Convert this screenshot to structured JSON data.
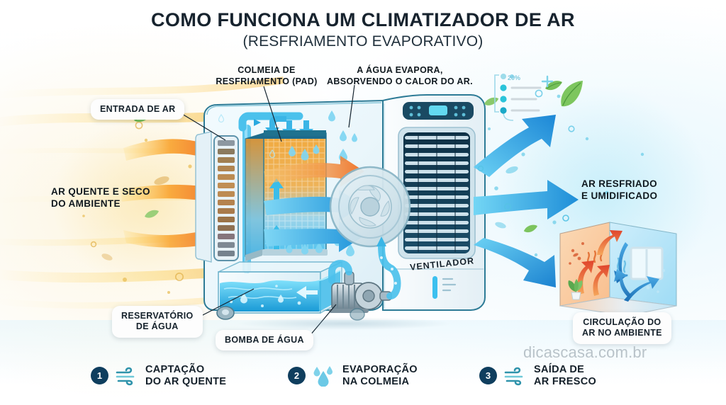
{
  "header": {
    "title": "COMO FUNCIONA UM CLIMATIZADOR DE AR",
    "subtitle": "(RESFRIAMENTO EVAPORATIVO)"
  },
  "callouts": {
    "air_inlet": "ENTRADA DE AR",
    "cooling_pad": "COLMEIA DE\nRESFRIAMENTO (PAD)",
    "evaporation": "A ÁGUA EVAPORA,\nABSORVENDO O CALOR DO AR.",
    "hot_air": "AR QUENTE E SECO\nDO AMBIENTE",
    "cool_air": "AR RESFRIADO\nE UMIDIFICADO",
    "fan": "VENTILADOR",
    "water_tank": "RESERVATÓRIO\nDE ÁGUA",
    "water_pump": "BOMBA DE ÁGUA",
    "room_circulation": "CIRCULAÇÃO DO\nAR NO AMBIENTE"
  },
  "decoration": {
    "stat_percent": "20%",
    "plus_sign": "+"
  },
  "steps": [
    {
      "number": "1",
      "icon": "wind-icon",
      "label": "CAPTAÇÃO\nDO AR QUENTE"
    },
    {
      "number": "2",
      "icon": "water-drops-icon",
      "label": "EVAPORAÇÃO\nNA COLMEIA"
    },
    {
      "number": "3",
      "icon": "wind-icon",
      "label": "SAÍDA DE\nAR FRESCO"
    }
  ],
  "watermark": "dicascasa.com.br",
  "colors": {
    "title": "#17232e",
    "warm_arrow": "#f1742c",
    "cool_arrow": "#2e9fe0",
    "step_circle": "#0f3e5e",
    "pad_warm": "#eda03a",
    "pad_cool": "#5cc8ef",
    "water": "#2fb6e8",
    "watermark": "#b9c3c9"
  }
}
